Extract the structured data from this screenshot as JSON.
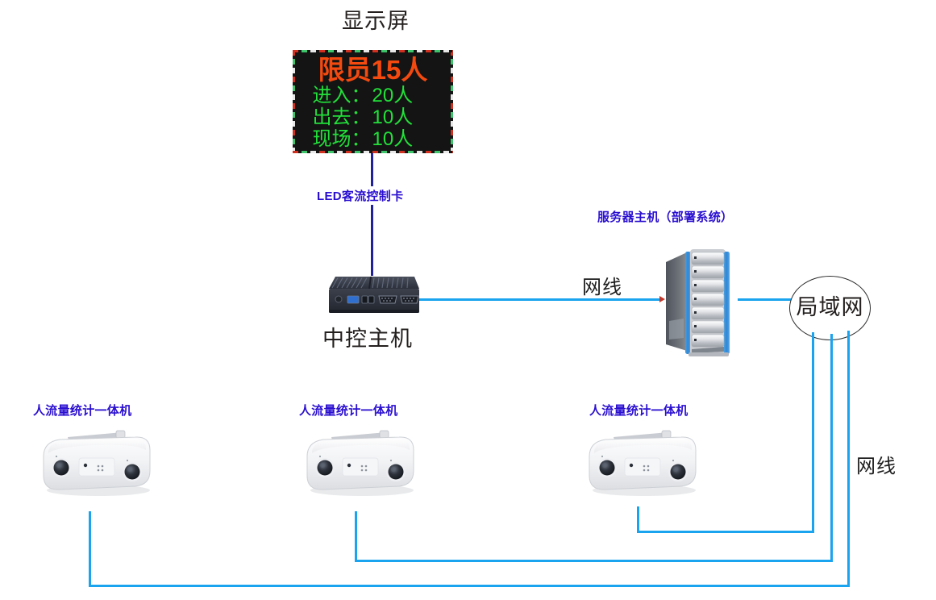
{
  "diagram": {
    "display": {
      "title": "显示屏",
      "led": {
        "headline": "限员15人",
        "rows": [
          {
            "label": "进入：",
            "value": "20人"
          },
          {
            "label": "出去：",
            "value": "10人"
          },
          {
            "label": "现场：",
            "value": "10人"
          }
        ],
        "headline_color": "#f44a10",
        "row_color": "#22e03a",
        "background_color": "#141414"
      }
    },
    "control_card_label": "LED客流控制卡",
    "mini_pc_label": "中控主机",
    "server_label": "服务器主机（部署系统）",
    "lan_label": "局域网",
    "network_cable_label_center": "网线",
    "network_cable_label_right": "网线",
    "cameras": [
      {
        "label": "人流量统计一体机"
      },
      {
        "label": "人流量统计一体机"
      },
      {
        "label": "人流量统计一体机"
      }
    ],
    "colors": {
      "wire_blue": "#1aa3ee",
      "wire_dark_blue": "#21219c",
      "label_blue": "#2a0fd0",
      "text_black": "#231f1e"
    }
  }
}
